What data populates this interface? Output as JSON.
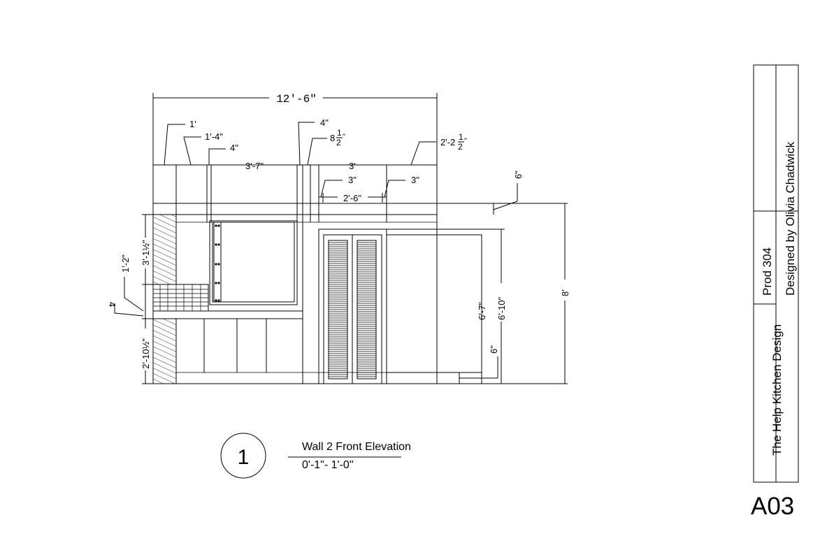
{
  "title_block": {
    "project_title": "The Help Kitchen Design",
    "course": "Prod 304",
    "designer": "Designed by Olivia Chadwick",
    "sheet_number": "A03"
  },
  "drawing": {
    "callout_number": "1",
    "title": "Wall 2 Front Elevation",
    "scale": "0'-1\"- 1'-0\""
  },
  "dimensions": {
    "overall_width": "12'-6\"",
    "d_1ft": "1'",
    "d_1ft4": "1'-4\"",
    "d_4in_a": "4\"",
    "d_3ft7": "3'-7\"",
    "d_4in_b": "4\"",
    "d_8half_whole": "8",
    "d_8half_num": "1",
    "d_8half_den": "2",
    "d_8half_in": "\"",
    "d_3ft": "3'",
    "d_2ft2half_whole": "2'-2",
    "d_2ft2half_num": "1",
    "d_2ft2half_den": "2",
    "d_2ft2half_in": "\"",
    "d_3in_a": "3\"",
    "d_3in_b": "3\"",
    "d_2ft6": "2'-6\"",
    "d_6in_top": "6\"",
    "d_8ft": "8'",
    "d_6ft10": "6'-10\"",
    "d_6ft7": "6'-7\"",
    "d_6in_bottom": "6\"",
    "d_3ft1half": "3'-1½\"",
    "d_1ft2": "1'-2\"",
    "d_4": "4",
    "d_2ft10half": "2'-10½\""
  }
}
